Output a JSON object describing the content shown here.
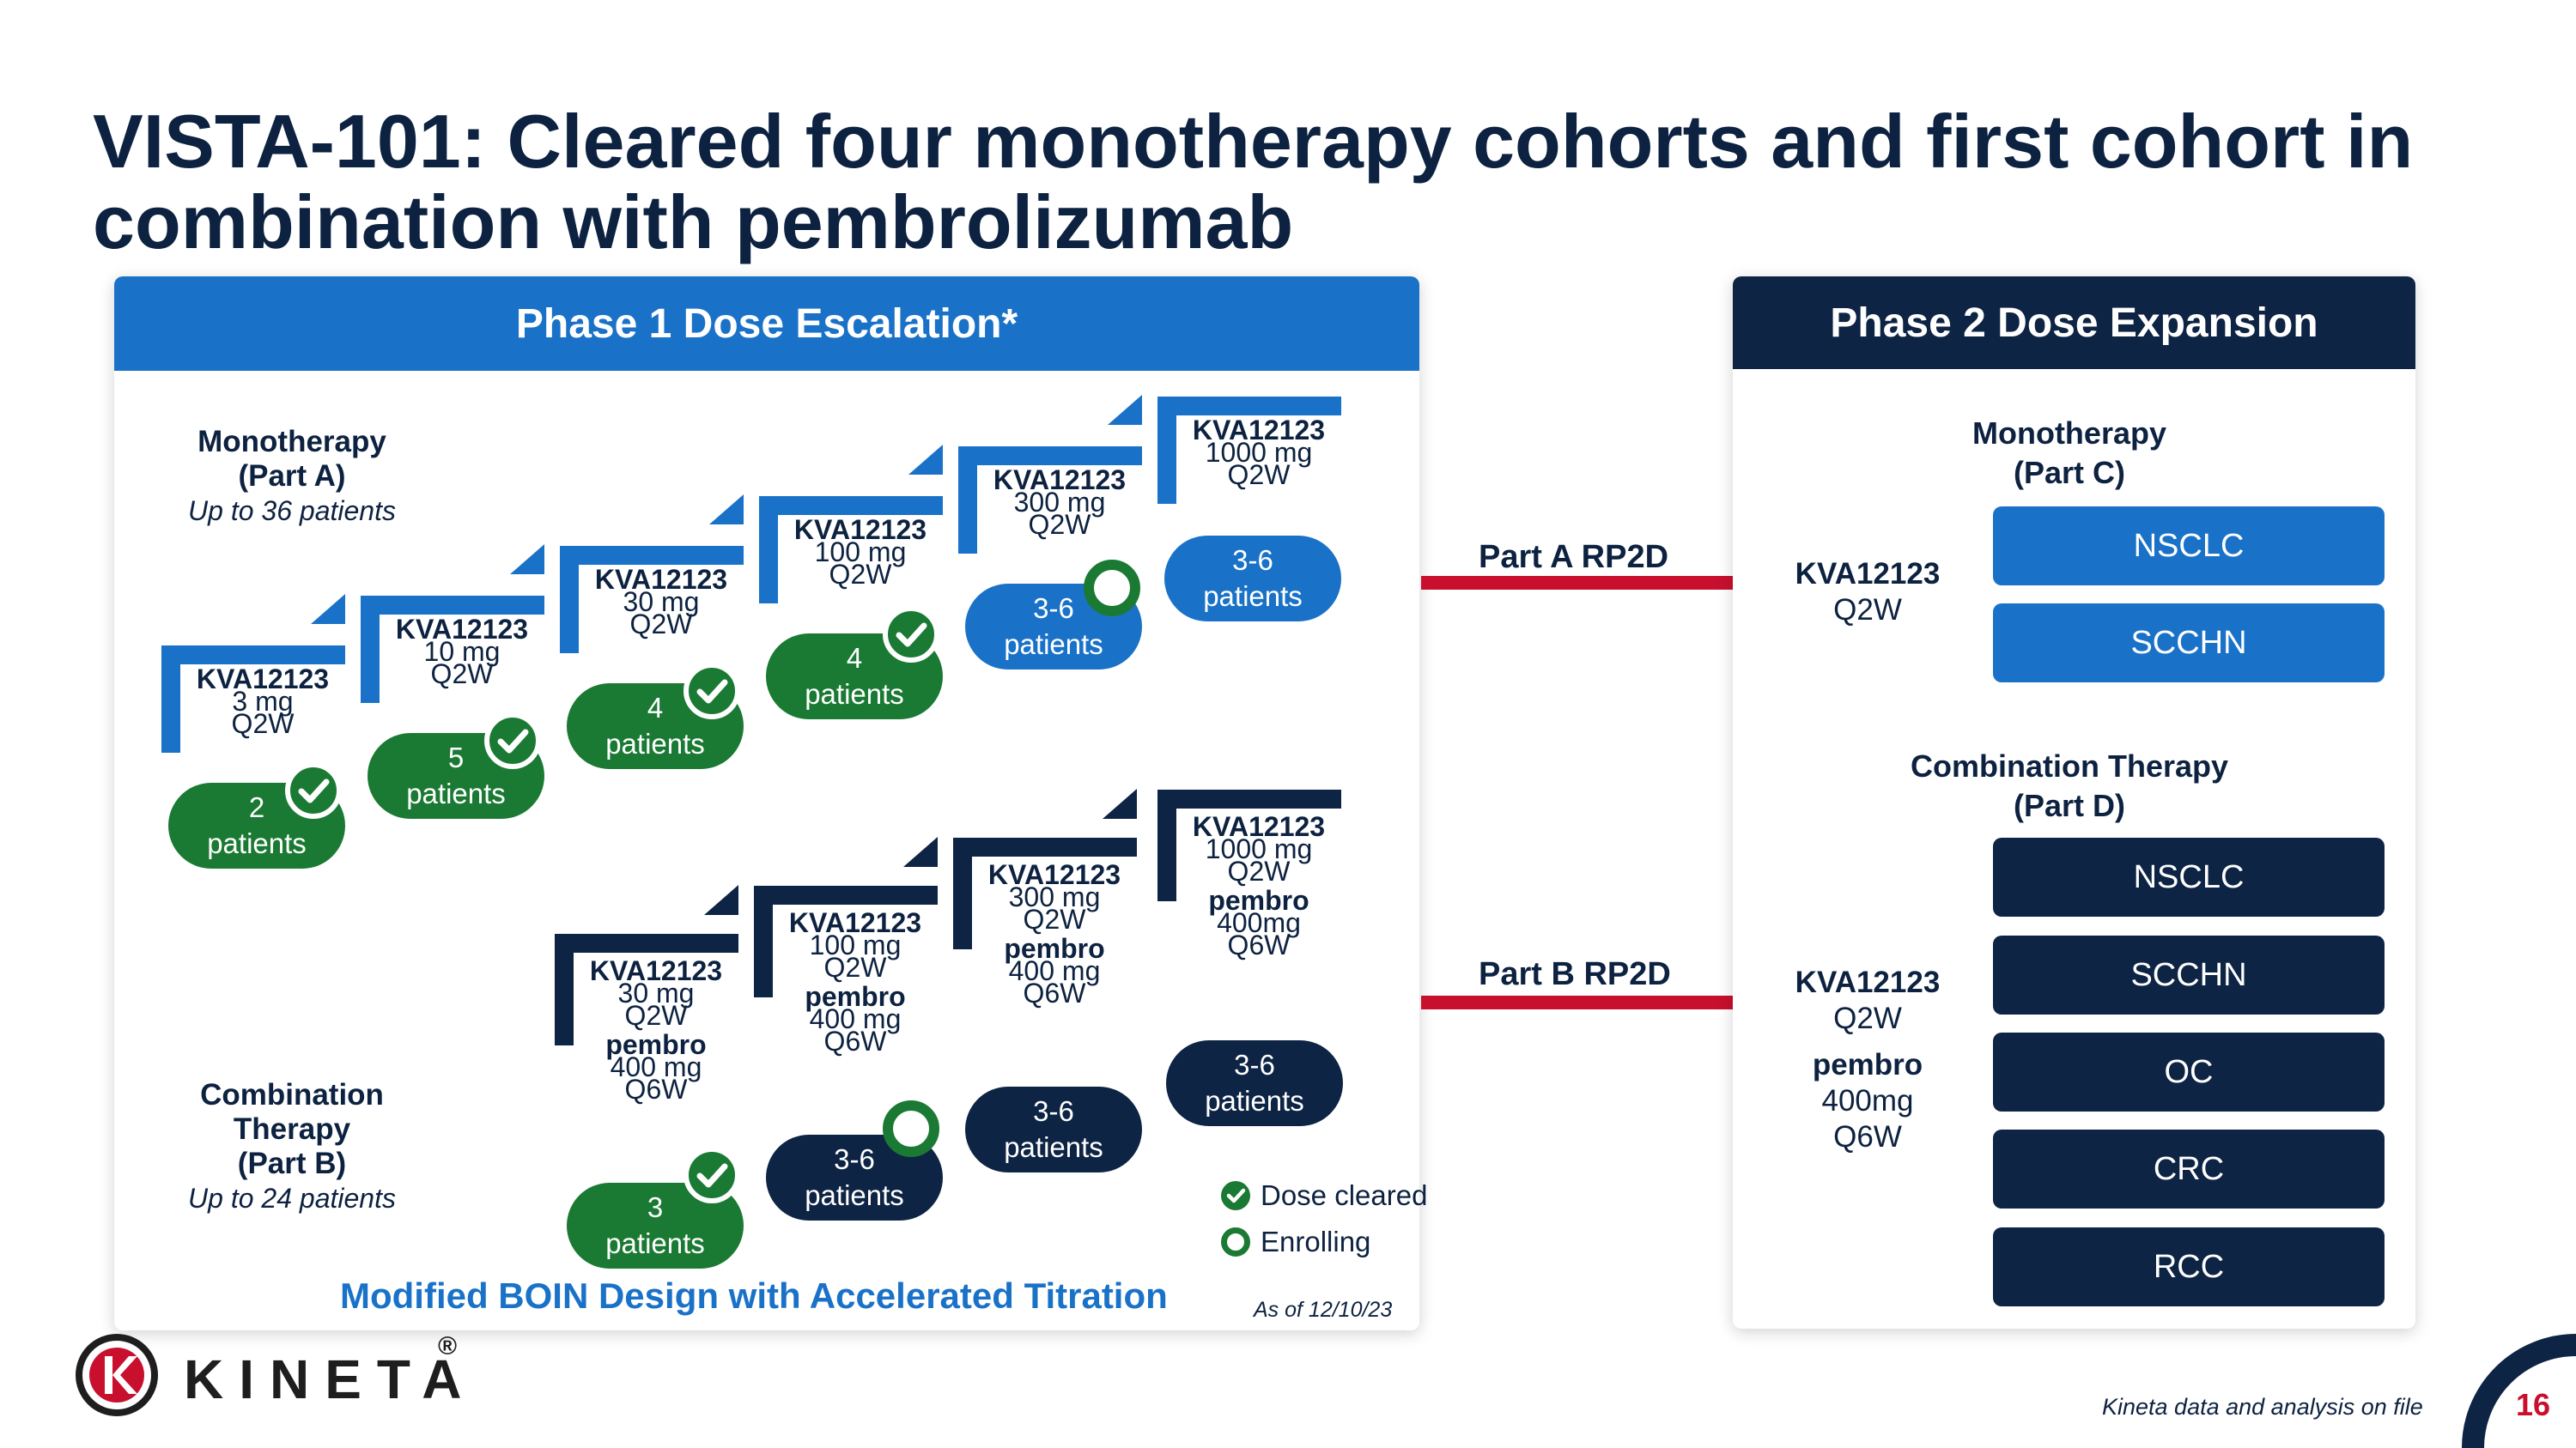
{
  "title": "VISTA-101: Cleared four monotherapy cohorts and first cohort in combination with pembrolizumab",
  "phase1": {
    "header": "Phase 1 Dose Escalation*",
    "mono": {
      "label_line1": "Monotherapy",
      "label_line2": "(Part A)",
      "note": "Up to 36 patients",
      "steps": [
        {
          "drug": "KVA12123",
          "dose": "3 mg",
          "freq": "Q2W",
          "pill_line1": "2",
          "pill_line2": "patients",
          "status": "cleared"
        },
        {
          "drug": "KVA12123",
          "dose": "10 mg",
          "freq": "Q2W",
          "pill_line1": "5",
          "pill_line2": "patients",
          "status": "cleared"
        },
        {
          "drug": "KVA12123",
          "dose": "30 mg",
          "freq": "Q2W",
          "pill_line1": "4",
          "pill_line2": "patients",
          "status": "cleared"
        },
        {
          "drug": "KVA12123",
          "dose": "100 mg",
          "freq": "Q2W",
          "pill_line1": "4",
          "pill_line2": "patients",
          "status": "cleared"
        },
        {
          "drug": "KVA12123",
          "dose": "300 mg",
          "freq": "Q2W",
          "pill_line1": "3-6",
          "pill_line2": "patients",
          "status": "enrolling"
        },
        {
          "drug": "KVA12123",
          "dose": "1000 mg",
          "freq": "Q2W",
          "pill_line1": "3-6",
          "pill_line2": "patients",
          "status": "none"
        }
      ]
    },
    "combo": {
      "label_line1": "Combination",
      "label_line2": "Therapy",
      "label_line3": "(Part B)",
      "note": "Up to 24 patients",
      "steps": [
        {
          "drug": "KVA12123",
          "dose": "30 mg",
          "freq": "Q2W",
          "pembro": "pembro",
          "pdose": "400 mg",
          "pfreq": "Q6W",
          "pill_line1": "3",
          "pill_line2": "patients",
          "status": "cleared"
        },
        {
          "drug": "KVA12123",
          "dose": "100 mg",
          "freq": "Q2W",
          "pembro": "pembro",
          "pdose": "400 mg",
          "pfreq": "Q6W",
          "pill_line1": "3-6",
          "pill_line2": "patients",
          "status": "enrolling"
        },
        {
          "drug": "KVA12123",
          "dose": "300 mg",
          "freq": "Q2W",
          "pembro": "pembro",
          "pdose": "400 mg",
          "pfreq": "Q6W",
          "pill_line1": "3-6",
          "pill_line2": "patients",
          "status": "none"
        },
        {
          "drug": "KVA12123",
          "dose": "1000 mg",
          "freq": "Q2W",
          "pembro": "pembro",
          "pdose": "400mg",
          "pfreq": "Q6W",
          "pill_line1": "3-6",
          "pill_line2": "patients",
          "status": "none"
        }
      ]
    },
    "legend": {
      "cleared": "Dose cleared",
      "enrolling": "Enrolling"
    },
    "footer": "Modified BOIN Design with Accelerated Titration",
    "as_of": "As of 12/10/23"
  },
  "arrows": {
    "a": "Part A RP2D",
    "b": "Part B RP2D"
  },
  "phase2": {
    "header": "Phase 2 Dose Expansion",
    "mono": {
      "label_line1": "Monotherapy",
      "label_line2": "(Part C)",
      "drug": "KVA12123",
      "freq": "Q2W",
      "indications": [
        "NSCLC",
        "SCCHN"
      ]
    },
    "combo": {
      "label_line1": "Combination Therapy",
      "label_line2": "(Part D)",
      "drug": "KVA12123",
      "freq": "Q2W",
      "pembro": "pembro",
      "pdose": "400mg",
      "pfreq": "Q6W",
      "indications": [
        "NSCLC",
        "SCCHN",
        "OC",
        "CRC",
        "RCC"
      ]
    }
  },
  "logo": {
    "text": "KINETA",
    "reg": "®"
  },
  "source": "Kineta data and analysis on file",
  "page_number": "16",
  "colors": {
    "navy": "#0e2444",
    "blue": "#1a72c8",
    "green": "#1a7a33",
    "red": "#c8102e"
  }
}
